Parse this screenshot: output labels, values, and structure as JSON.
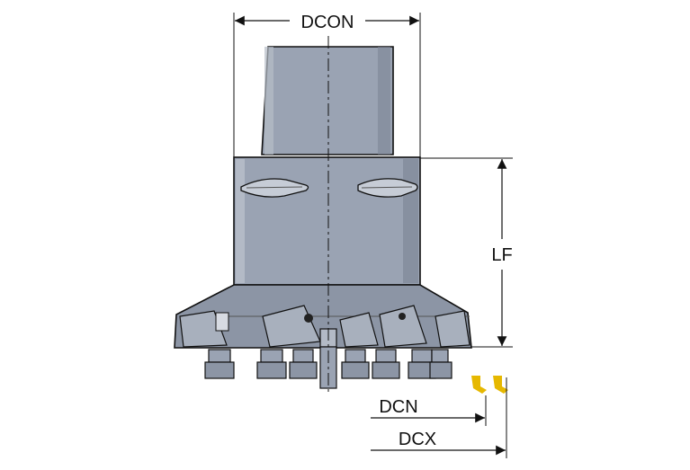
{
  "labels": {
    "dcon": "DCON",
    "lf": "LF",
    "dcn": "DCN",
    "dcx": "DCX"
  },
  "colors": {
    "body_fill": "#9aa3b3",
    "body_dark": "#6f7887",
    "body_light": "#c3c9d3",
    "outline": "#111111",
    "insert_marker": "#e6b800",
    "dimension_line": "#111111"
  },
  "icons": {
    "marker": "insert-corner-marker-icon"
  }
}
